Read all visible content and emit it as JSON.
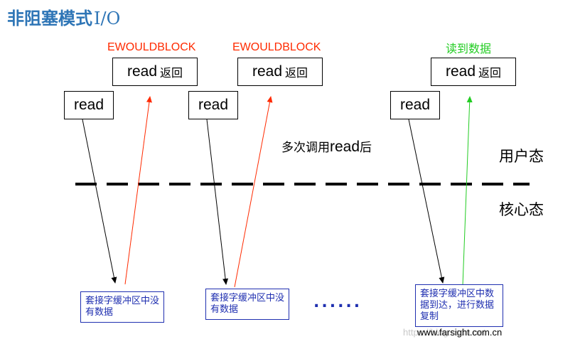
{
  "title": {
    "main": "非阻塞模式",
    "io": "I/O"
  },
  "columns": [
    {
      "read_label": "read",
      "return_label": "read",
      "return_suffix": "返回",
      "result_label": "EWOULDBLOCK",
      "result_color": "#ff2a00",
      "kernel_text": "套接字缓冲区中没有数据"
    },
    {
      "read_label": "read",
      "return_label": "read",
      "return_suffix": "返回",
      "result_label": "EWOULDBLOCK",
      "result_color": "#ff2a00",
      "kernel_text": "套接字缓冲区中没有数据"
    },
    {
      "read_label": "read",
      "return_label": "read",
      "return_suffix": "返回",
      "result_label": "读到数据",
      "result_color": "#22cc22",
      "kernel_text": "套接字缓冲区中数据到达，进行数据复制"
    }
  ],
  "middle_note": {
    "prefix": "多次调用",
    "keyword": "read",
    "suffix": "后"
  },
  "user_state": "用户态",
  "kernel_state": "核心态",
  "ellipsis": "......",
  "footer": "www.farsight.com.cn",
  "watermark": "https://blog.csdn.net",
  "colors": {
    "title": "#2e75b6",
    "error": "#ff2a00",
    "success": "#22cc22",
    "kernel_box": "#1f2fb0"
  }
}
